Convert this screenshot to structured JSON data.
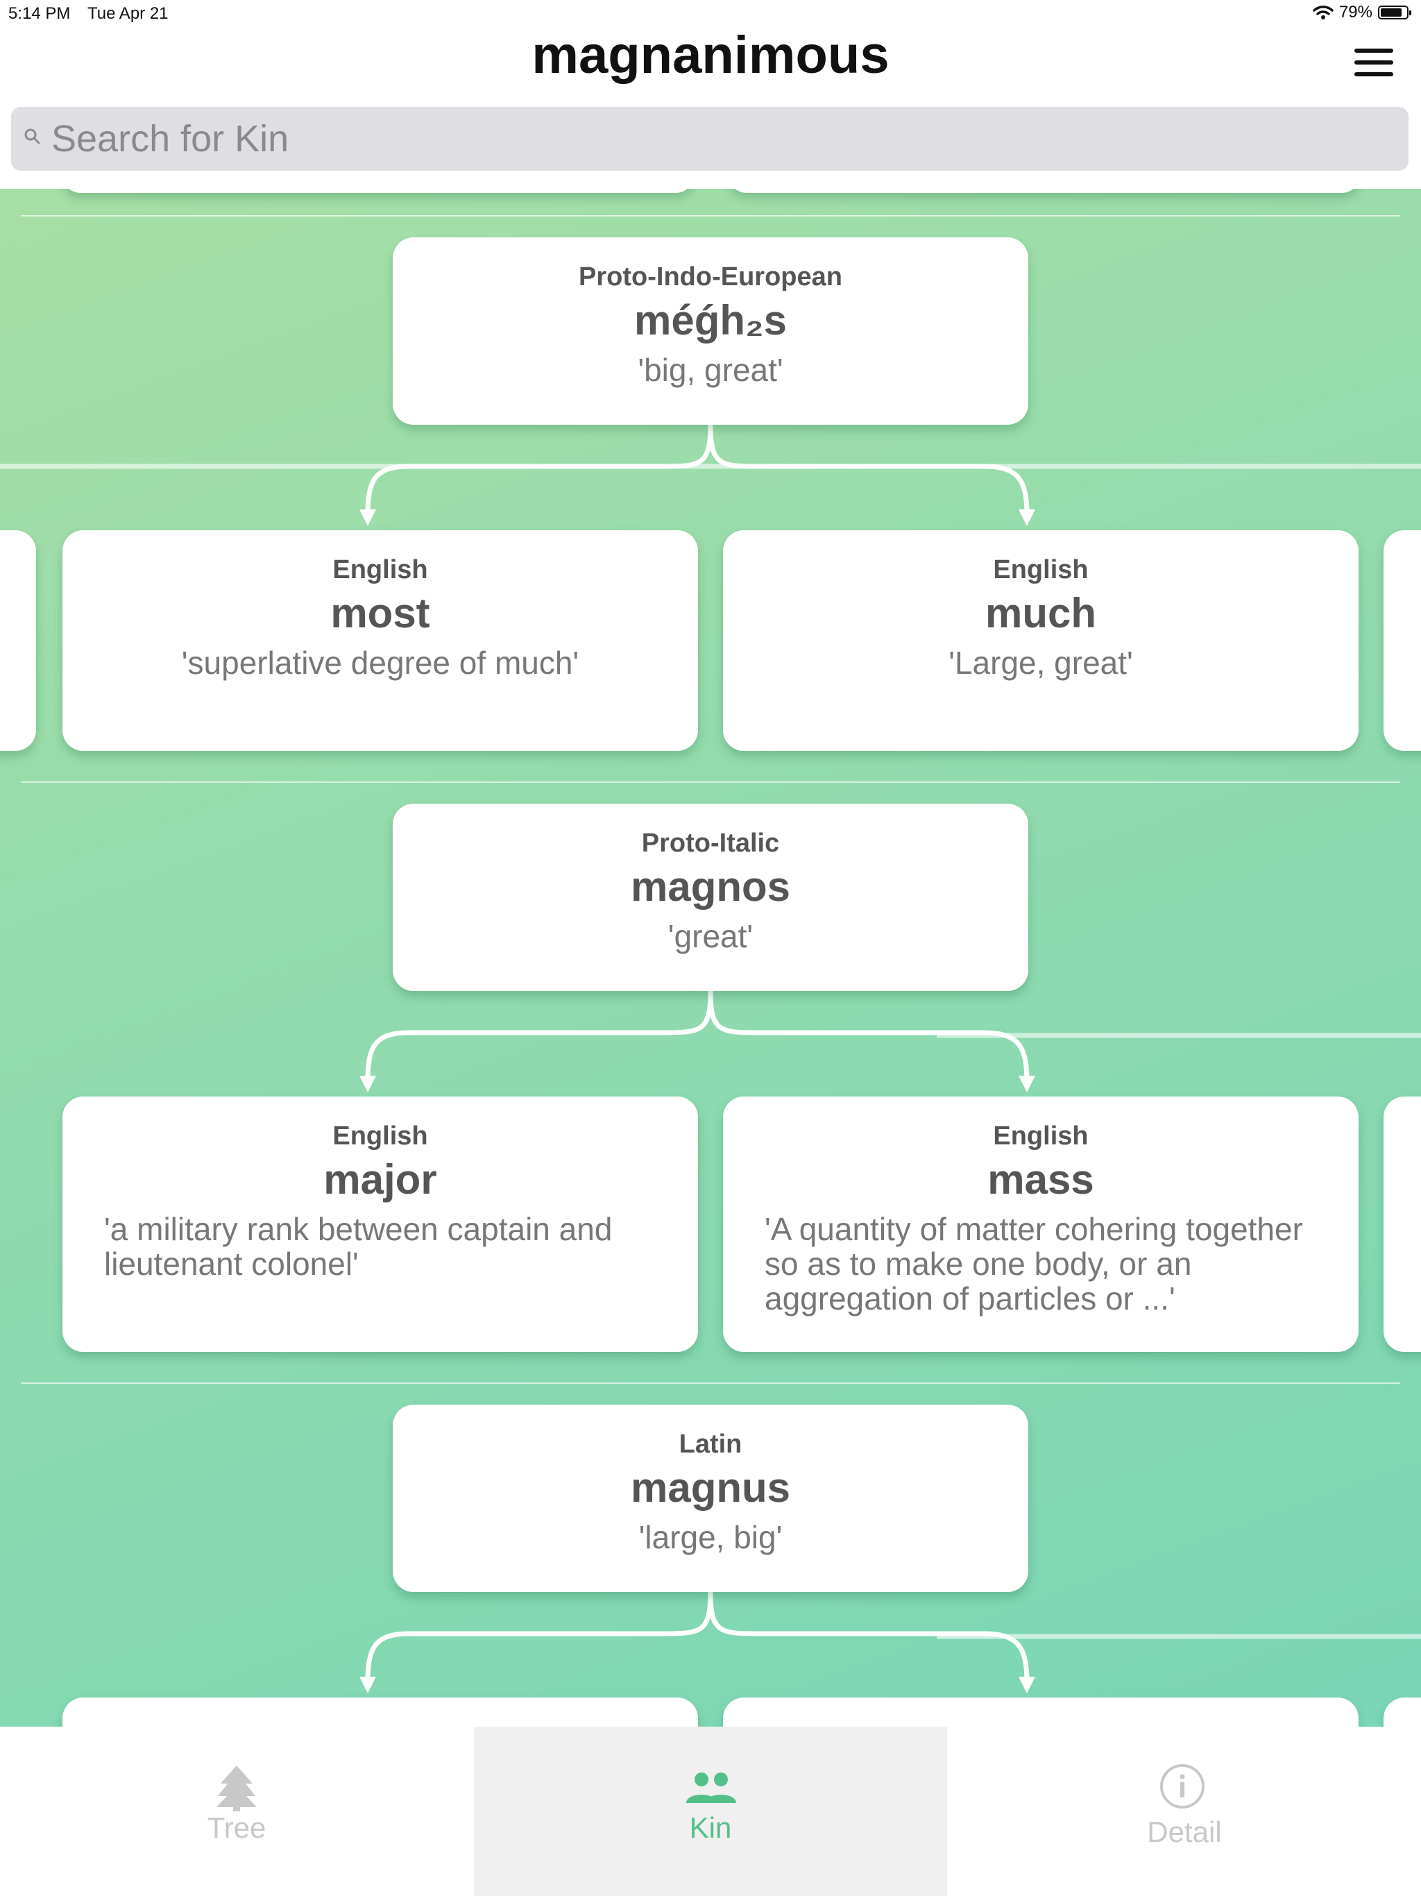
{
  "status_bar": {
    "time": "5:14 PM",
    "date": "Tue Apr 21",
    "battery": "79%"
  },
  "header": {
    "title": "magnanimous"
  },
  "search": {
    "placeholder": "Search for Kin"
  },
  "groups": [
    {
      "parent": {
        "language": "Proto-Indo-European",
        "word": "méǵh₂s",
        "gloss": "'big, great'"
      },
      "children": [
        {
          "language": "English",
          "word": "most",
          "gloss": "'superlative degree of much'"
        },
        {
          "language": "English",
          "word": "much",
          "gloss": "'Large, great'"
        }
      ]
    },
    {
      "parent": {
        "language": "Proto-Italic",
        "word": "magnos",
        "gloss": "'great'"
      },
      "children": [
        {
          "language": "English",
          "word": "major",
          "gloss": "'a military rank between captain and lieutenant colonel'"
        },
        {
          "language": "English",
          "word": "mass",
          "gloss": "'A quantity of matter cohering together so as to make one body, or an aggregation of particles or ...'"
        }
      ]
    },
    {
      "parent": {
        "language": "Latin",
        "word": "magnus",
        "gloss": "'large, big'"
      }
    }
  ],
  "tabs": [
    {
      "label": "Tree",
      "icon": "tree-icon",
      "active": false
    },
    {
      "label": "Kin",
      "icon": "people-icon",
      "active": true
    },
    {
      "label": "Detail",
      "icon": "info-icon",
      "active": false
    }
  ],
  "colors": {
    "accent": "#53c08a",
    "gradient_top": "#a6dfa6",
    "gradient_bottom": "#79d6b6",
    "inactive_tab": "#c8c8c8"
  }
}
